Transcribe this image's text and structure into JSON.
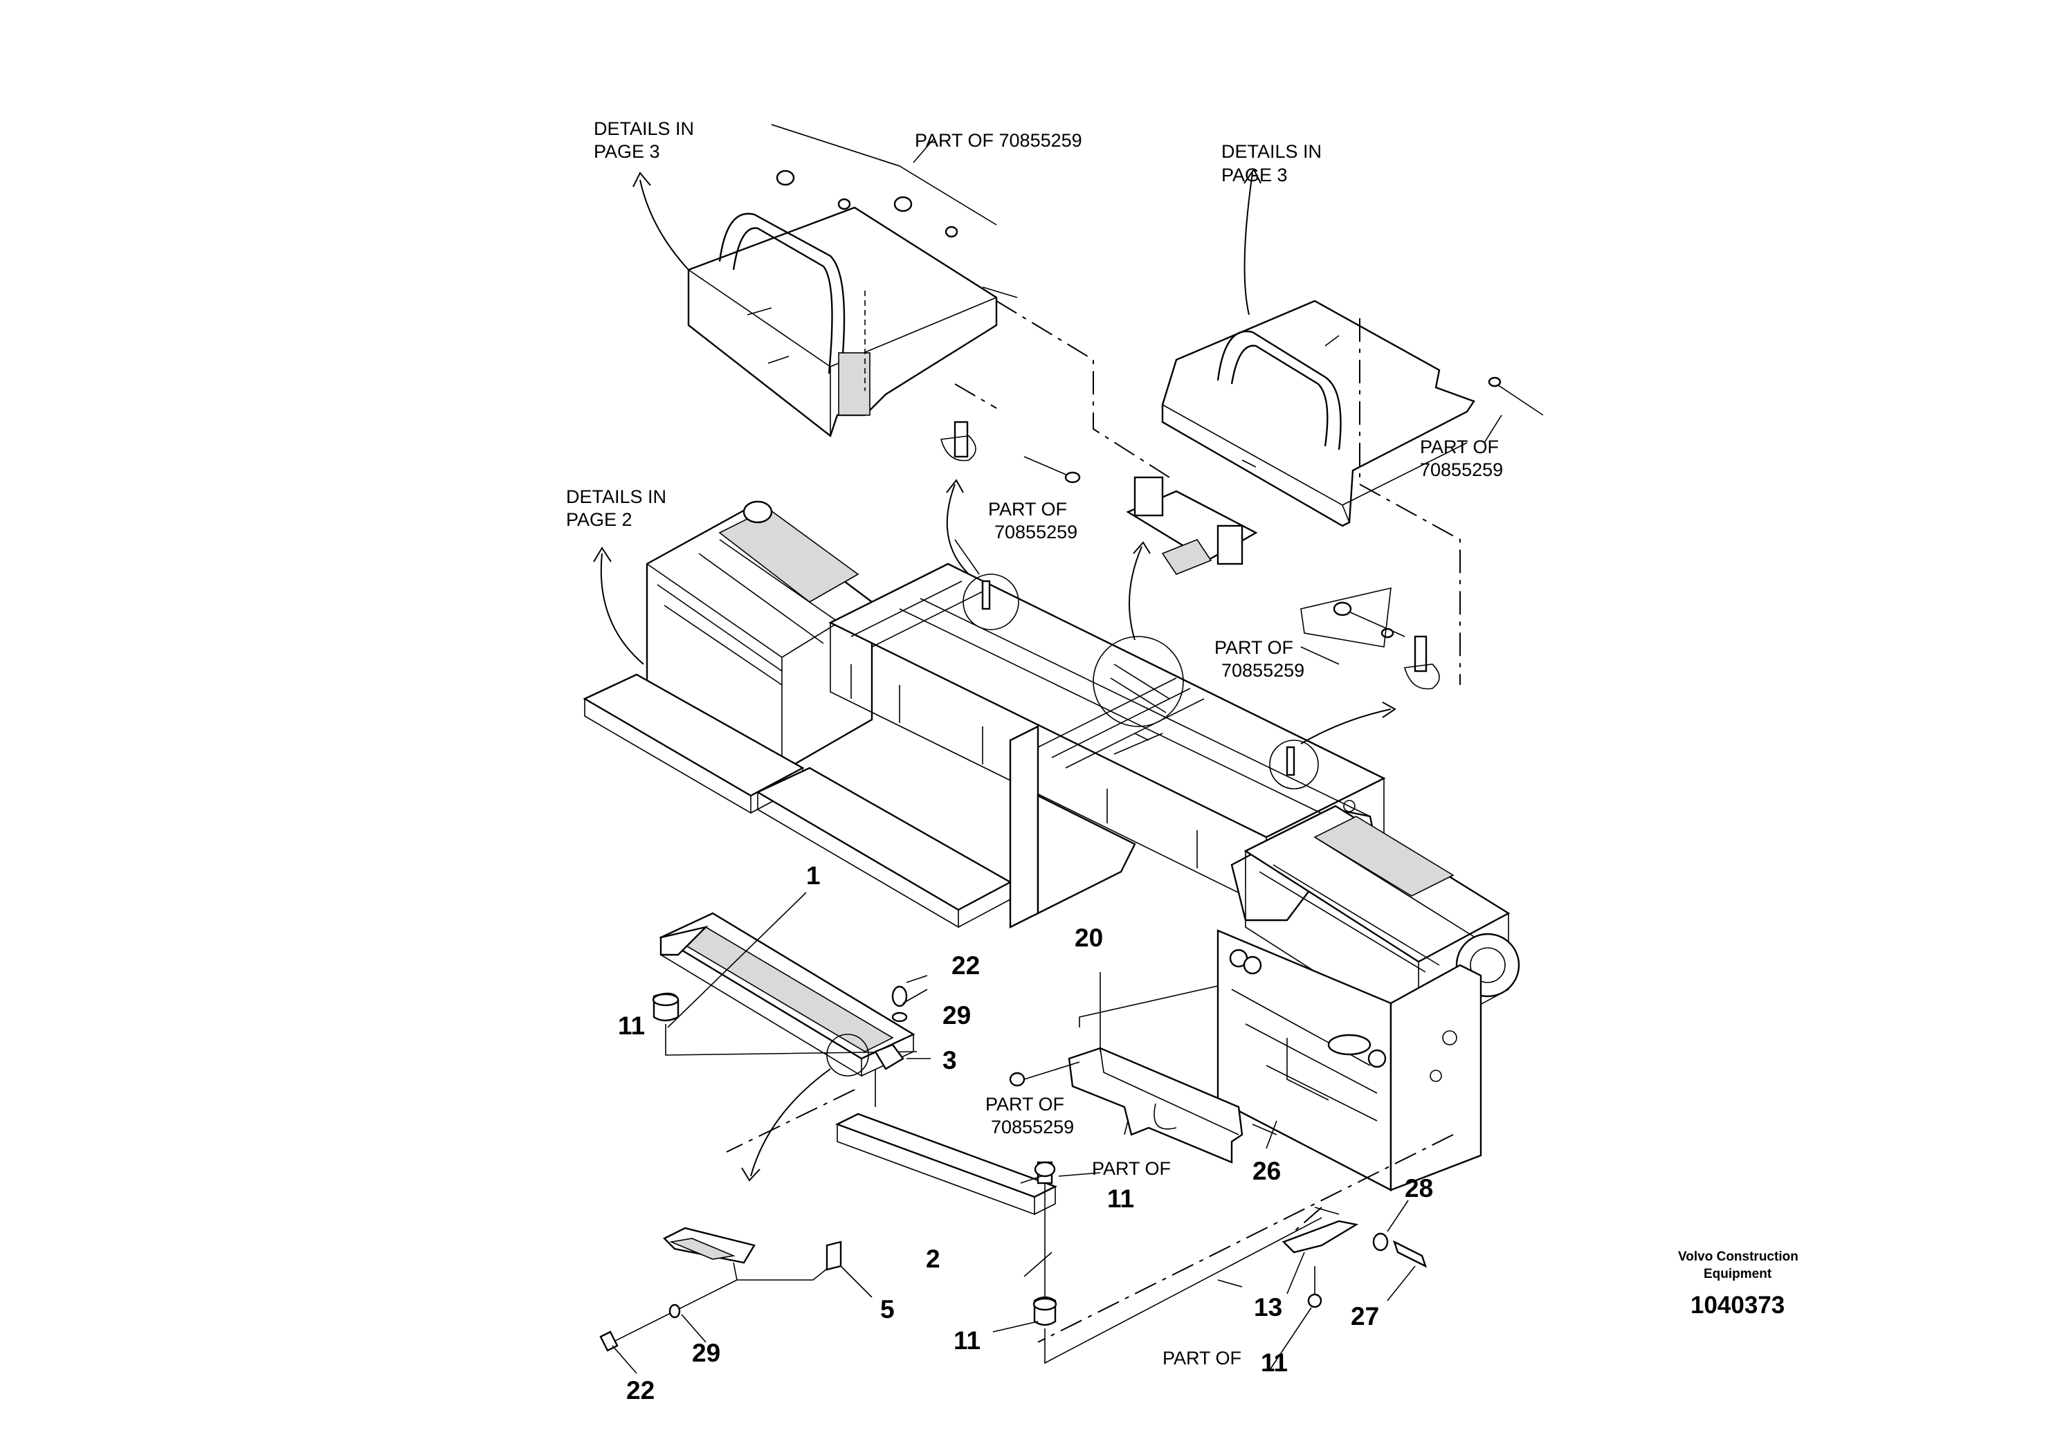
{
  "diagram": {
    "notes": {
      "details_page3_left": [
        "DETAILS IN",
        "PAGE 3"
      ],
      "details_page3_right": [
        "DETAILS IN",
        "PAGE 3"
      ],
      "details_page2": [
        "DETAILS IN",
        "PAGE 2"
      ],
      "part_of_top": "PART OF 70855259",
      "part_of_right_top": [
        "PART OF",
        "70855259"
      ],
      "part_of_center": [
        "PART OF",
        "70855259"
      ],
      "part_of_right_mid": [
        "PART OF",
        "70855259"
      ],
      "part_of_lower": [
        "PART OF",
        "70855259"
      ],
      "part_of_11_a": "PART OF",
      "part_of_11_b": "PART OF"
    },
    "callouts": {
      "c1": "1",
      "c22a": "22",
      "c29a": "29",
      "c3": "3",
      "c11a": "11",
      "c20": "20",
      "c26": "26",
      "c11b": "11",
      "c2": "2",
      "c28": "28",
      "c5": "5",
      "c29b": "29",
      "c22b": "22",
      "c11c": "11",
      "c13": "13",
      "c27": "27",
      "c11d": "11"
    },
    "footer": {
      "company_line1": "Volvo Construction",
      "company_line2": "Equipment",
      "drawing_number": "1040373"
    }
  }
}
